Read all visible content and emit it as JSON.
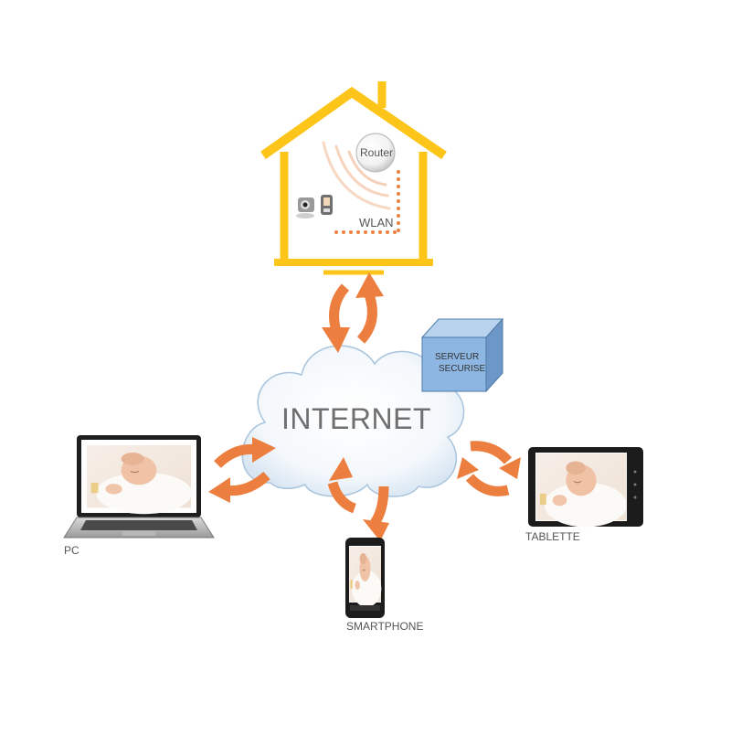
{
  "labels": {
    "router": "Router",
    "wlan": "WLAN",
    "internet": "INTERNET",
    "server_line1": "SERVEUR",
    "server_line2": "SECURISE",
    "pc": "PC",
    "smartphone": "SMARTPHONE",
    "tablette": "TABLETTE"
  },
  "colors": {
    "house": "#FDC519",
    "arrow": "#EC7F3F",
    "server": "#8DB6E2",
    "cloud_edge": "#A9C4DC"
  },
  "icons": {
    "house": "house-icon",
    "router": "router-icon",
    "camera": "camera-icon",
    "cloud": "cloud-icon",
    "server": "server-box-icon",
    "laptop": "laptop-icon",
    "smartphone": "smartphone-icon",
    "tablet": "tablet-icon"
  }
}
